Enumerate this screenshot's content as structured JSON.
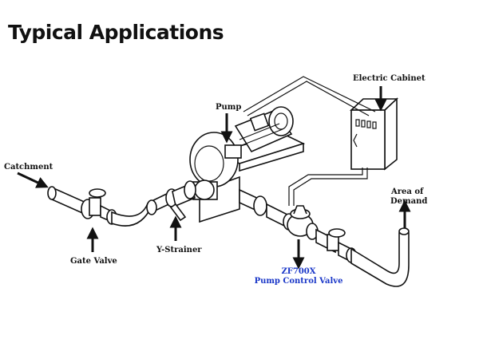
{
  "title": "Typical Applications",
  "labels": {
    "pump": "Pump",
    "electric_cabinet": "Electric Cabinet",
    "catchment": "Catchment",
    "gate_valve": "Gate Valve",
    "y_strainer": "Y-Strainer",
    "area_of_demand_line1": "Area of",
    "area_of_demand_line2": "Demand",
    "control_valve_model": "ZF700X",
    "control_valve_name": "Pump Control Valve"
  },
  "colors": {
    "text": "#111111",
    "control_valve_label": "#1a37c8",
    "background": "#ffffff"
  }
}
